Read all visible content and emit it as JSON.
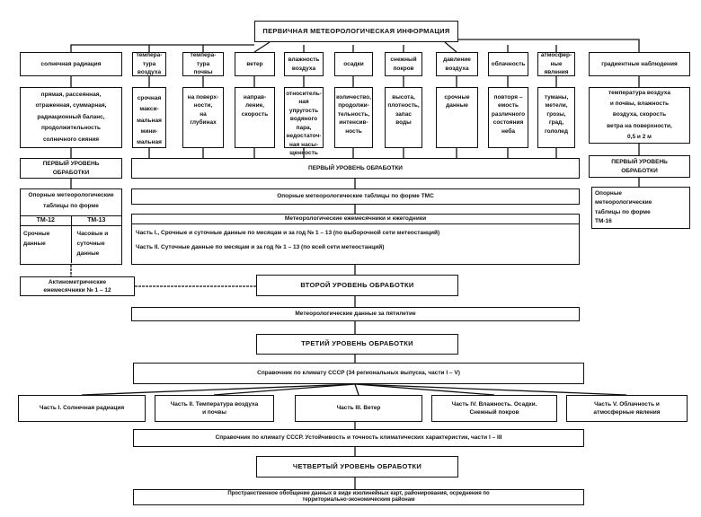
{
  "top": "ПЕРВИЧНАЯ МЕТЕОРОЛОГИЧЕСКАЯ ИНФОРМАЦИЯ",
  "categories": [
    {
      "title": "солнечная радиация",
      "detail": "прямая,      рассеянная,\nотраженная, суммарная,\nрадиационный баланс,\nпродолжительность\nсолнечного сияния"
    },
    {
      "title": "темпера-\nтура\nвоздуха",
      "detail": "срочная\nмакси-\nмальная\nмини-\nмальная"
    },
    {
      "title": "темпера-\nтура\nпочвы",
      "detail": "на поверх-\nности,\nна\nглубинах"
    },
    {
      "title": "ветер",
      "detail": "направ-\nление,\nскорость"
    },
    {
      "title": "влажность\nвоздуха",
      "detail": "относитель-\nная\nупругость\nводяного\nпара,\nнедостаточ-\nная насы-\nщенность"
    },
    {
      "title": "осадки",
      "detail": "количество,\nпродолжи-\nтельность,\nинтенсив-\nность"
    },
    {
      "title": "снежный\nпокров",
      "detail": "высота,\nплотность,\nзапас\nводы"
    },
    {
      "title": "давление\nвоздуха",
      "detail": "срочные\nданные"
    },
    {
      "title": "облачность",
      "detail": "повторя –\nемость\nразличного\nсостояния\nнеба"
    },
    {
      "title": "атмосфер-\nные\nявления",
      "detail": "туманы,\nметели,\nгрозы,\nград,\nгололед"
    },
    {
      "title": "градиентные наблюдения",
      "detail": "температура воздуха\nи почвы,   влажность\nвоздуха,   скорость\nветра на поверхности,\n0,5   и   2   м"
    }
  ],
  "level1": {
    "left": "ПЕРВЫЙ УРОВЕНЬ\nОБРАБОТКИ",
    "center": "ПЕРВЫЙ УРОВЕНЬ ОБРАБОТКИ",
    "right": "ПЕРВЫЙ УРОВЕНЬ\nОБРАБОТКИ"
  },
  "left_tables": {
    "title": "Опорные метеорологические\nтаблицы   по   форме",
    "tm12": "ТМ-12",
    "tm13": "ТМ-13",
    "tm12_desc": "Срочные\nданные",
    "tm13_desc": "Часовые и\nсуточные\nданные"
  },
  "center_tables": "Опорные   метеорологические   таблицы   по   форме     ТМС",
  "right_tables": "Опорные\nметеорологические\nтаблицы   по   форме\nТМ-16",
  "monthly": {
    "title": "Метеорологические   ежемесячники   и   ежегодники",
    "part1": "Часть I.,  Срочные   и   суточные   данные   по   месяцам   и   за   год    №   1 – 13   (по  выборочной  сети метеостанций)",
    "part2": "Часть II.    Суточные   данные   по   месяцам   и   за   год   №    1 – 13    (по   всей   сети метеостанций)"
  },
  "actinometric": "Актинометрические\nежемесячники      №   1 – 12",
  "level2": "ВТОРОЙ УРОВЕНЬ ОБРАБОТКИ",
  "fiveyear": "Метеорологические   данные   за   пятилетие",
  "level3": "ТРЕТИЙ УРОВЕНЬ ОБРАБОТКИ",
  "handbook": "Справочник   по   климату   СССР   (34  региональных  выпуска,   части   I – V)",
  "parts": [
    "Часть I.      Солнечная   радиация",
    "Часть II.    Температура  воздуха\nи  почвы",
    "Часть III.        Ветер",
    "Часть IV.     Влажность.  Осадки.\nСнежный   покров",
    "Часть V.     Облачность    и\nатмосферные  явления"
  ],
  "stability": "Справочник   по   климату   СССР.   Устойчивость   и   точность   климатических   характеристик,   части I – III",
  "level4": "ЧЕТВЕРТЫЙ УРОВЕНЬ ОБРАБОТКИ",
  "final": "Пространственное  обобщение  данных  в  виде   изолинейных   карт,   районирования,   осреднения   по\nтерриториально-экономическим  районам"
}
